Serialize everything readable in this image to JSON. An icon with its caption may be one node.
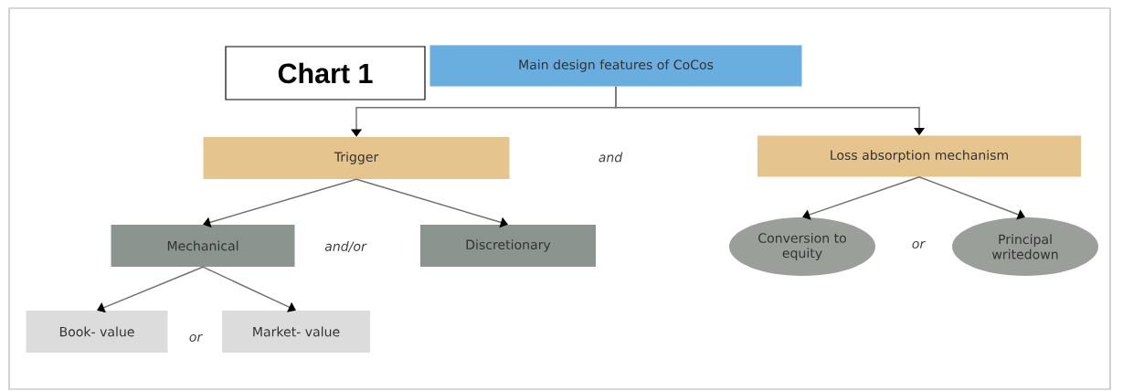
{
  "diagram": {
    "nodes": [
      {
        "text": [
          "Chart 1"
        ]
      },
      {
        "text": [
          "Main design features of CoCos"
        ]
      },
      {
        "text": [
          "Trigger"
        ]
      },
      {
        "text": [
          "Loss absorption mechanism"
        ]
      },
      {
        "text": [
          "Mechanical"
        ]
      },
      {
        "text": [
          "Discretionary"
        ]
      },
      {
        "text": [
          "Book- value"
        ]
      },
      {
        "text": [
          "Market- value"
        ]
      },
      {
        "text": [
          "Conversion to equity"
        ]
      },
      {
        "text": [
          "Principal writedown"
        ]
      }
    ],
    "edges": [
      {
        "from": 1,
        "to": 2,
        "arrow": "to"
      },
      {
        "from": 1,
        "to": 3,
        "arrow": "to"
      },
      {
        "from": 2,
        "to": 4,
        "arrow": "to"
      },
      {
        "from": 2,
        "to": 5,
        "arrow": "to"
      },
      {
        "from": 4,
        "to": 6,
        "arrow": "to"
      },
      {
        "from": 4,
        "to": 7,
        "arrow": "to"
      },
      {
        "from": 3,
        "to": 8,
        "arrow": "to"
      },
      {
        "from": 3,
        "to": 9,
        "arrow": "to"
      }
    ],
    "labels": [
      "and",
      "and/or",
      "or",
      "or"
    ]
  }
}
